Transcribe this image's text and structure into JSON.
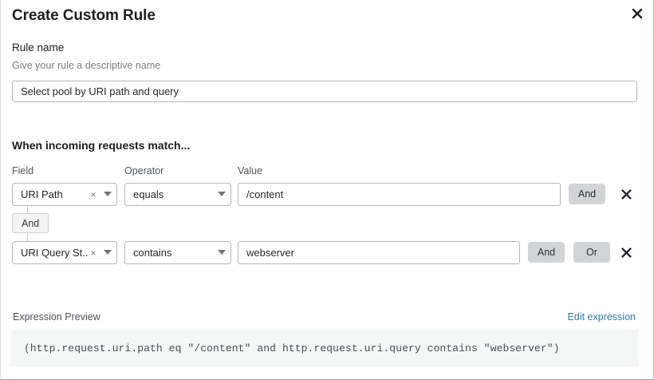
{
  "dialog": {
    "title": "Create Custom Rule",
    "close_icon": "close-icon"
  },
  "rule_name": {
    "label": "Rule name",
    "hint": "Give your rule a descriptive name",
    "value": "Select pool by URI path and query",
    "placeholder": "Select pool by URI path and query"
  },
  "match_section": {
    "heading": "When incoming requests match...",
    "columns": {
      "field": "Field",
      "operator": "Operator",
      "value": "Value"
    },
    "rows": [
      {
        "field": "URI Path",
        "field_clear_icon": "close-small-icon",
        "field_chevron_icon": "chevron-down-icon",
        "operator": "equals",
        "operator_chevron_icon": "chevron-down-icon",
        "value": "/content",
        "conjunctions": [
          "And"
        ],
        "delete_icon": "close-icon"
      },
      {
        "field": "URI Query St...",
        "field_clear_icon": "close-small-icon",
        "field_chevron_icon": "chevron-down-icon",
        "operator": "contains",
        "operator_chevron_icon": "chevron-down-icon",
        "value": "webserver",
        "conjunctions": [
          "And",
          "Or"
        ],
        "delete_icon": "close-icon"
      }
    ],
    "connector": {
      "label": "And"
    }
  },
  "expression_preview": {
    "label": "Expression Preview",
    "edit_link": "Edit expression",
    "code": "(http.request.uri.path eq \"/content\" and http.request.uri.query contains \"webserver\")"
  },
  "colors": {
    "link": "#2f7cad",
    "conjunction_button_bg": "#d3d4d6",
    "code_bg": "#f5f6f6",
    "border": "#b4b8bb",
    "text": "#1f2124",
    "muted_text": "#7b7f83"
  }
}
